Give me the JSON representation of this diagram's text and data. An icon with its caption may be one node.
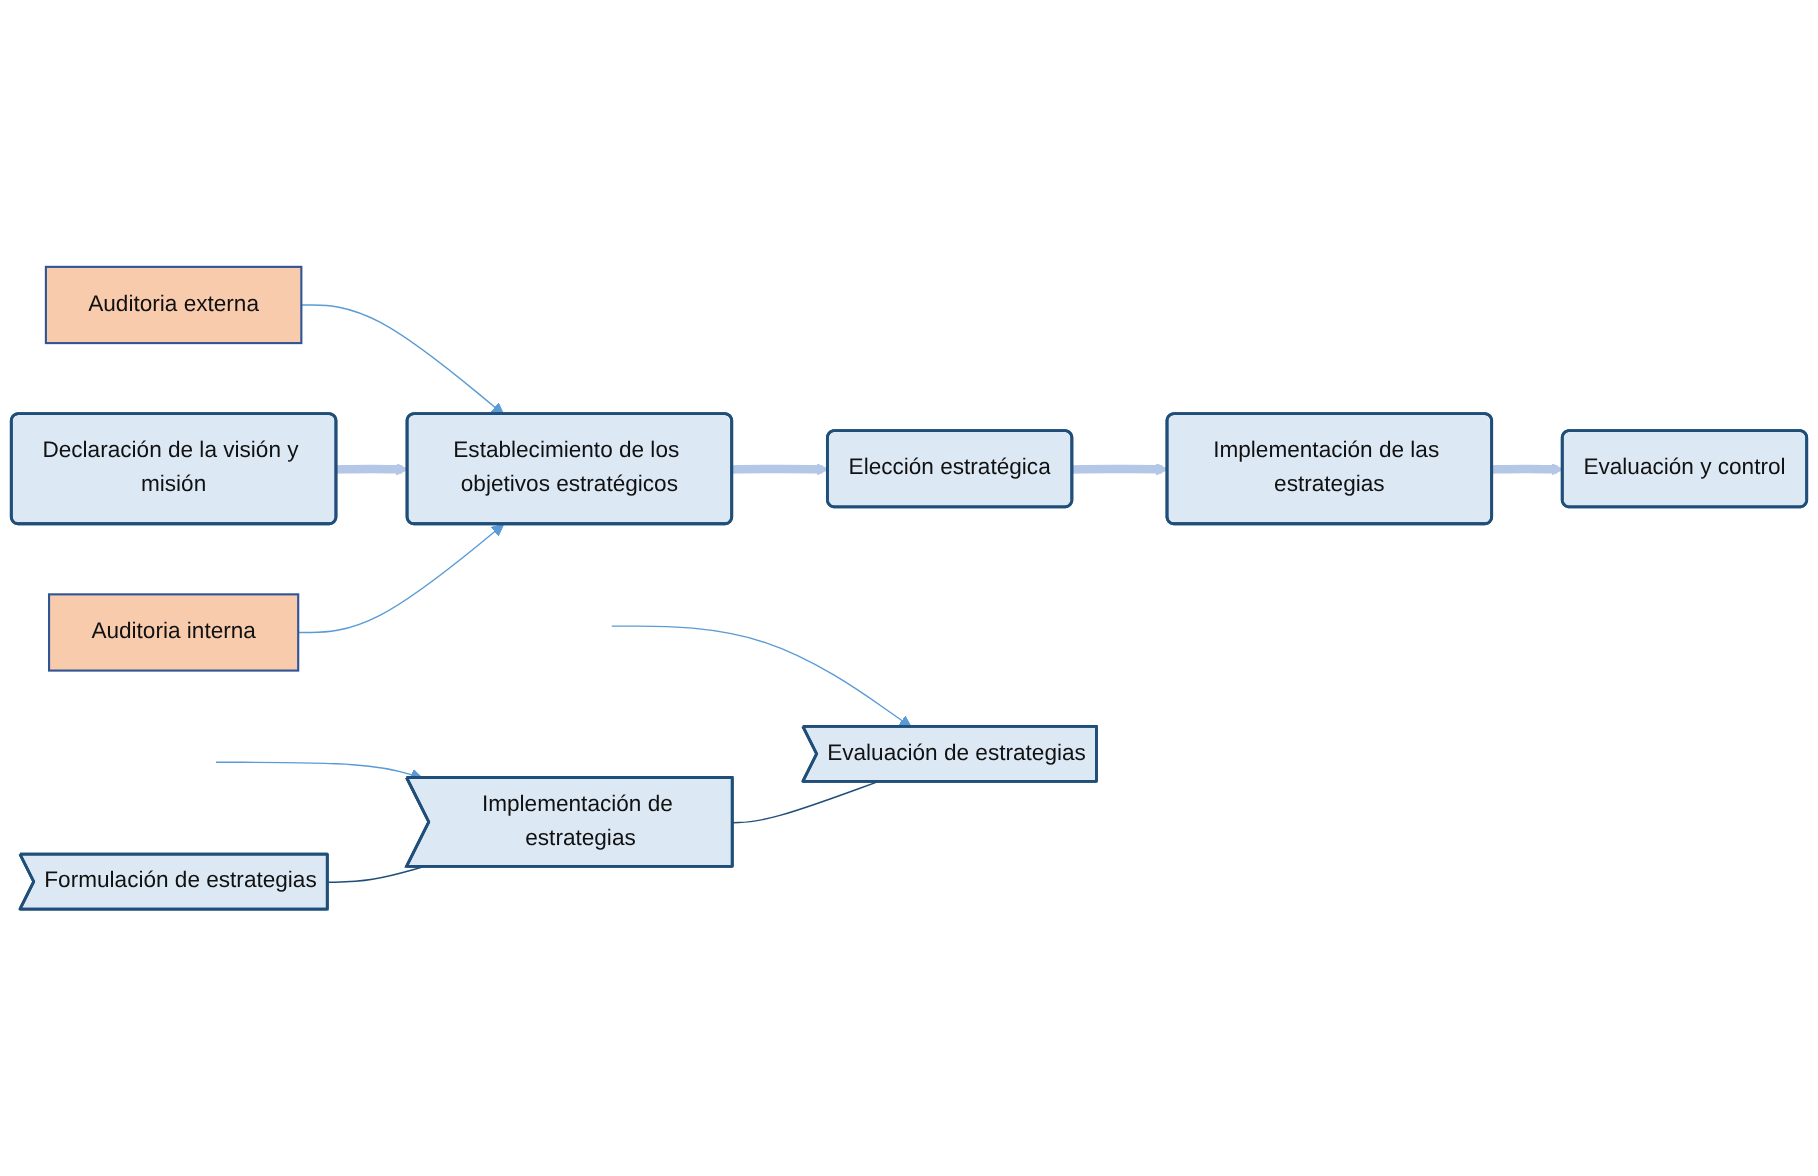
{
  "diagram": {
    "nodes": [
      {
        "text": [
          "Auditoria externa"
        ]
      },
      {
        "text": [
          "Declaración de la visión y misión"
        ]
      },
      {
        "text": [
          "Establecimiento de los objetivos estratégicos"
        ]
      },
      {
        "text": [
          "Elección estratégica"
        ]
      },
      {
        "text": [
          "Implementación de las estrategias"
        ]
      },
      {
        "text": [
          "Evaluación y control"
        ]
      },
      {
        "text": [
          "Auditoria interna"
        ]
      },
      {
        "text": [
          "Formulación de estrategias"
        ]
      },
      {
        "text": [
          "Implementación de estrategias"
        ]
      },
      {
        "text": [
          "Evaluación de estrategias"
        ]
      }
    ],
    "edges": [
      {
        "from": 0,
        "to": 2,
        "arrow": "to",
        "color": "#5b9bd5"
      },
      {
        "from": 1,
        "to": 2,
        "arrow": "to",
        "style": "thick",
        "color": "#b4c7e7"
      },
      {
        "from": 6,
        "to": 2,
        "arrow": "to",
        "color": "#5b9bd5"
      },
      {
        "from": 2,
        "to": 3,
        "arrow": "to",
        "style": "thick",
        "color": "#b4c7e7"
      },
      {
        "from": 3,
        "to": 4,
        "arrow": "to",
        "style": "thick",
        "color": "#b4c7e7"
      },
      {
        "from": 4,
        "to": 5,
        "arrow": "to",
        "style": "thick",
        "color": "#b4c7e7"
      },
      {
        "from": null,
        "to": 8,
        "arrow": "to",
        "color": "#5b9bd5"
      },
      {
        "from": null,
        "to": 9,
        "arrow": "to",
        "color": "#5b9bd5"
      },
      {
        "from": 7,
        "to": 8,
        "arrow": "none",
        "color": "#1f4e79"
      },
      {
        "from": 8,
        "to": 9,
        "arrow": "none",
        "color": "#1f4e79"
      }
    ]
  }
}
